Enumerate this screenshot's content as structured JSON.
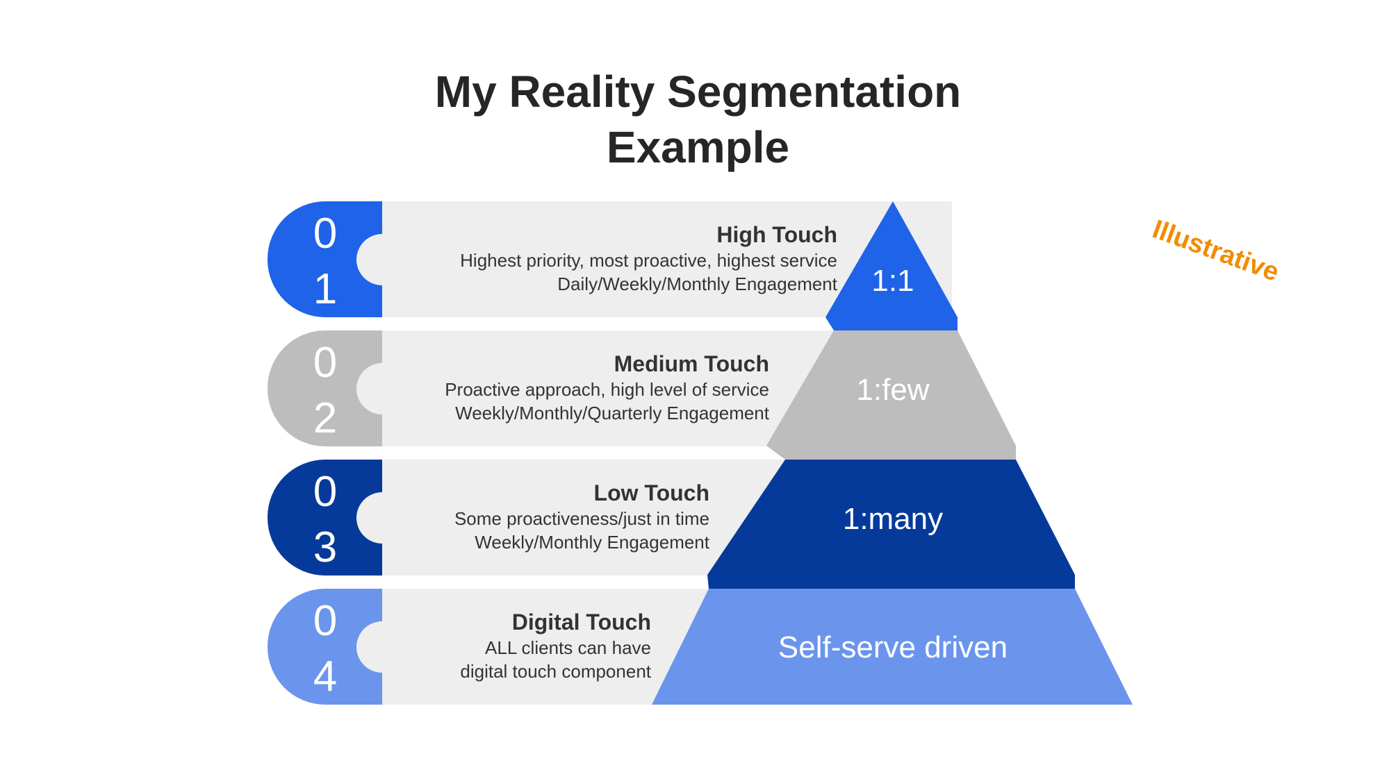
{
  "title": {
    "line1": "My Reality Segmentation",
    "line2": "Example"
  },
  "stamp": "Illustrative",
  "colors": {
    "tier1": "#1F63E8",
    "tier2": "#BDBDBD",
    "tier3": "#063A9A",
    "tier4": "#6B95EC",
    "band": "#EEEEEE",
    "stamp": "#F28C00"
  },
  "tiers": [
    {
      "number_top": "0",
      "number_bottom": "1",
      "heading": "High Touch",
      "line1": "Highest priority, most proactive, highest service",
      "line2": "Daily/Weekly/Monthly Engagement",
      "ratio": "1:1"
    },
    {
      "number_top": "0",
      "number_bottom": "2",
      "heading": "Medium Touch",
      "line1": "Proactive approach, high level of service",
      "line2": "Weekly/Monthly/Quarterly Engagement",
      "ratio": "1:few"
    },
    {
      "number_top": "0",
      "number_bottom": "3",
      "heading": "Low Touch",
      "line1": "Some proactiveness/just in time",
      "line2": "Weekly/Monthly Engagement",
      "ratio": "1:many"
    },
    {
      "number_top": "0",
      "number_bottom": "4",
      "heading": "Digital Touch",
      "line1": "ALL clients can have",
      "line2": "digital touch component",
      "ratio": "Self-serve driven"
    }
  ]
}
